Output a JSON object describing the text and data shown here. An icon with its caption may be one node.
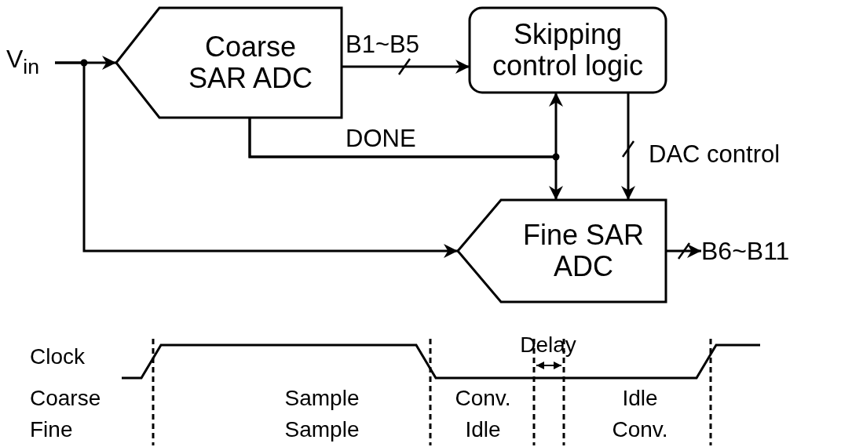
{
  "diagram": {
    "nodes": [
      {
        "text": [
          "V$_{in}$"
        ]
      },
      {
        "text": [
          "Coarse SAR ADC"
        ]
      },
      {
        "text": [
          "Skipping control logic"
        ]
      },
      {
        "text": [
          "Fine SAR ADC"
        ]
      },
      {
        "text": [
          "B6~B11"
        ]
      }
    ],
    "edges": [
      {
        "from": 0,
        "to": 1,
        "arrow": "to"
      },
      {
        "from": 0,
        "to": 3,
        "arrow": "to"
      },
      {
        "from": 1,
        "to": 2,
        "arrow": "to",
        "label": "B1~B5"
      },
      {
        "from": 1,
        "to": 2,
        "arrow": "to",
        "label": "DONE"
      },
      {
        "from": 1,
        "to": 3,
        "arrow": "to"
      },
      {
        "from": 2,
        "to": 3,
        "arrow": "to",
        "label": "DAC control"
      },
      {
        "from": 3,
        "to": 4,
        "arrow": "to"
      }
    ],
    "labels": [
      "Delay",
      "Clock",
      "Coarse",
      "Sample",
      "Conv.",
      "Idle",
      "Fine",
      "Sample",
      "Idle",
      "Conv."
    ]
  }
}
